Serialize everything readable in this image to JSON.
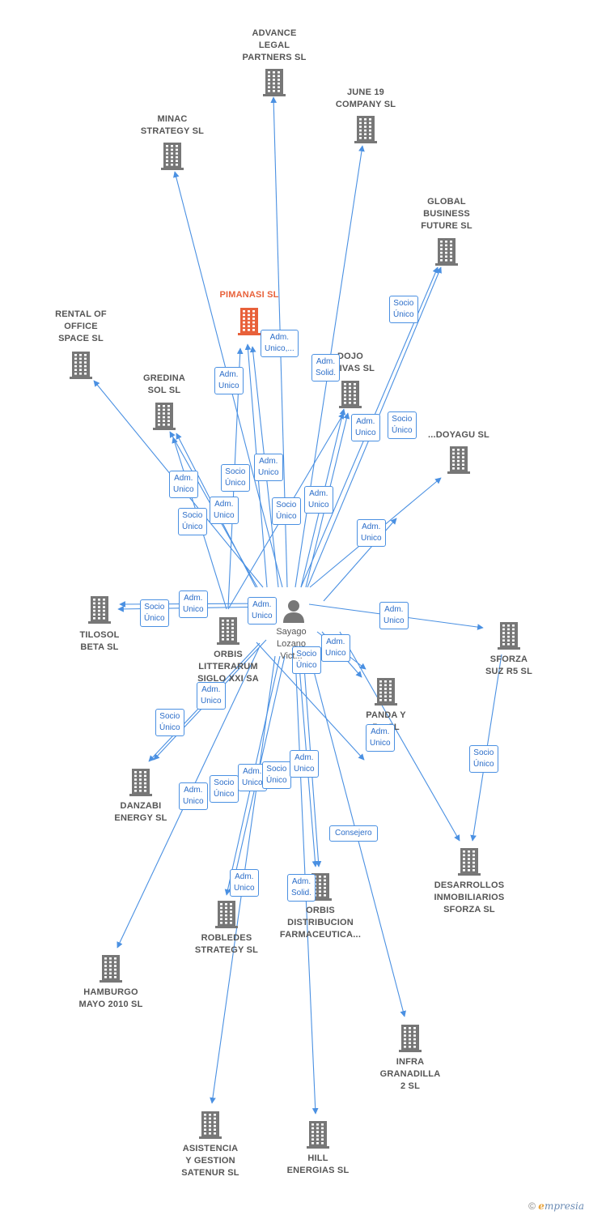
{
  "center": {
    "name_lines": [
      "Sayago",
      "Lozano",
      "Vict..."
    ]
  },
  "companies": [
    {
      "id": "advance",
      "label": "ADVANCE\nLEGAL\nPARTNERS  SL",
      "highlight": false
    },
    {
      "id": "june19",
      "label": "JUNE 19\nCOMPANY  SL",
      "highlight": false
    },
    {
      "id": "minac",
      "label": "MINAC\nSTRATEGY  SL",
      "highlight": false
    },
    {
      "id": "global",
      "label": "GLOBAL\nBUSINESS\nFUTURE SL",
      "highlight": false
    },
    {
      "id": "pimanasi",
      "label": "PIMANASI  SL",
      "highlight": true
    },
    {
      "id": "rental",
      "label": "RENTAL OF\nOFFICE\nSPACE  SL",
      "highlight": false
    },
    {
      "id": "dojo",
      "label": "DOJO\n...TIVAS SL",
      "highlight": false
    },
    {
      "id": "gredina",
      "label": "GREDINA\nSOL  SL",
      "highlight": false
    },
    {
      "id": "doyagu",
      "label": "...DOYAGU  SL",
      "highlight": false
    },
    {
      "id": "tilosol",
      "label": "TILOSOL\nBETA  SL",
      "highlight": false
    },
    {
      "id": "orbislitt",
      "label": "ORBIS\nLITTERARUM\nSIGLO XXI SA",
      "highlight": false
    },
    {
      "id": "sforzasuz",
      "label": "SFORZA\nSUZ R5  SL",
      "highlight": false
    },
    {
      "id": "panda",
      "label": "PANDA Y\nP...  SL",
      "highlight": false
    },
    {
      "id": "danzabi",
      "label": "DANZABI\nENERGY  SL",
      "highlight": false
    },
    {
      "id": "desarrollos",
      "label": "DESARROLLOS\nINMOBILIARIOS\nSFORZA  SL",
      "highlight": false
    },
    {
      "id": "robledes",
      "label": "ROBLEDES\nSTRATEGY  SL",
      "highlight": false
    },
    {
      "id": "orbisdist",
      "label": "ORBIS\nDISTRIBUCION\nFARMACEUTICA...",
      "highlight": false
    },
    {
      "id": "hamburgo",
      "label": "HAMBURGO\nMAYO 2010 SL",
      "highlight": false
    },
    {
      "id": "infra",
      "label": "INFRA\nGRANADILLA\n2  SL",
      "highlight": false
    },
    {
      "id": "asistencia",
      "label": "ASISTENCIA\nY GESTION\nSATENUR  SL",
      "highlight": false
    },
    {
      "id": "hill",
      "label": "HILL\nENERGIAS  SL",
      "highlight": false
    }
  ],
  "relations": [
    {
      "id": "r1",
      "text": "Adm.\nUnico,..."
    },
    {
      "id": "r2",
      "text": "Adm.\nUnico"
    },
    {
      "id": "r3",
      "text": "Adm.\nSolid."
    },
    {
      "id": "r4",
      "text": "Socio\nÚnico"
    },
    {
      "id": "r5",
      "text": "Adm.\nUnico"
    },
    {
      "id": "r6",
      "text": "Socio\nÚnico"
    },
    {
      "id": "r7",
      "text": "Adm.\nUnico"
    },
    {
      "id": "r8",
      "text": "Socio\nÚnico"
    },
    {
      "id": "r9",
      "text": "Adm.\nUnico"
    },
    {
      "id": "r10",
      "text": "Socio\nÚnico"
    },
    {
      "id": "r11",
      "text": "Adm.\nUnico"
    },
    {
      "id": "r12",
      "text": "Socio\nÚnico"
    },
    {
      "id": "r13",
      "text": "Adm.\nUnico"
    },
    {
      "id": "r14",
      "text": "Adm.\nUnico"
    },
    {
      "id": "r15",
      "text": "Adm.\nUnico"
    },
    {
      "id": "r16",
      "text": "Socio\nÚnico"
    },
    {
      "id": "r17",
      "text": "Adm.\nUnico"
    },
    {
      "id": "r18",
      "text": "Adm.\nUnico"
    },
    {
      "id": "r19",
      "text": "Adm.\nUnico"
    },
    {
      "id": "r20",
      "text": "Socio\nÚnico"
    },
    {
      "id": "r21",
      "text": "Adm.\nUnico"
    },
    {
      "id": "r22",
      "text": "Adm.\nUnico"
    },
    {
      "id": "r23",
      "text": "Socio\nÚnico"
    },
    {
      "id": "r24",
      "text": "Adm.\nUnico"
    },
    {
      "id": "r25",
      "text": "Socio\nÚnico"
    },
    {
      "id": "r26",
      "text": "Adm.\nUnico"
    },
    {
      "id": "r27",
      "text": "Socio\nÚnico"
    },
    {
      "id": "r28",
      "text": "Adm.\nUnico"
    },
    {
      "id": "r29",
      "text": "Adm.\nUnico"
    },
    {
      "id": "r30",
      "text": "Socio\nÚnico"
    },
    {
      "id": "r31",
      "text": "Socio\nÚnico"
    },
    {
      "id": "r32",
      "text": "Adm.\nUnico"
    },
    {
      "id": "r33",
      "text": "Consejero"
    },
    {
      "id": "r34",
      "text": "Adm.\nUnico"
    },
    {
      "id": "r35",
      "text": "Adm.\nSolid."
    }
  ],
  "colors": {
    "edge": "#4a90e2",
    "building": "#777777",
    "building_highlight": "#e8613a",
    "person": "#777777"
  },
  "footer": {
    "copyright": "©",
    "brand_initial": "e",
    "brand_rest": "mpresia"
  }
}
